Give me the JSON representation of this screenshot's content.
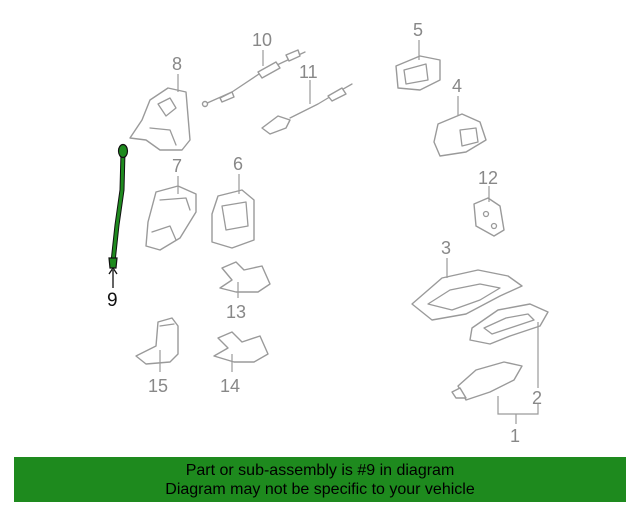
{
  "diagram": {
    "callouts": [
      {
        "id": "1",
        "label": "1"
      },
      {
        "id": "2",
        "label": "2"
      },
      {
        "id": "3",
        "label": "3"
      },
      {
        "id": "4",
        "label": "4"
      },
      {
        "id": "5",
        "label": "5"
      },
      {
        "id": "6",
        "label": "6"
      },
      {
        "id": "7",
        "label": "7"
      },
      {
        "id": "8",
        "label": "8"
      },
      {
        "id": "9",
        "label": "9"
      },
      {
        "id": "10",
        "label": "10"
      },
      {
        "id": "11",
        "label": "11"
      },
      {
        "id": "12",
        "label": "12"
      },
      {
        "id": "13",
        "label": "13"
      },
      {
        "id": "14",
        "label": "14"
      },
      {
        "id": "15",
        "label": "15"
      }
    ],
    "highlighted_part": "9",
    "colors": {
      "highlight": "#1e8a1e",
      "part_stroke": "#9a9a9a",
      "label": "#888888"
    }
  },
  "banner": {
    "line1": "Part or sub-assembly is #9 in diagram",
    "line2": "Diagram may not be specific to your vehicle",
    "background": "#1e8a1e"
  }
}
